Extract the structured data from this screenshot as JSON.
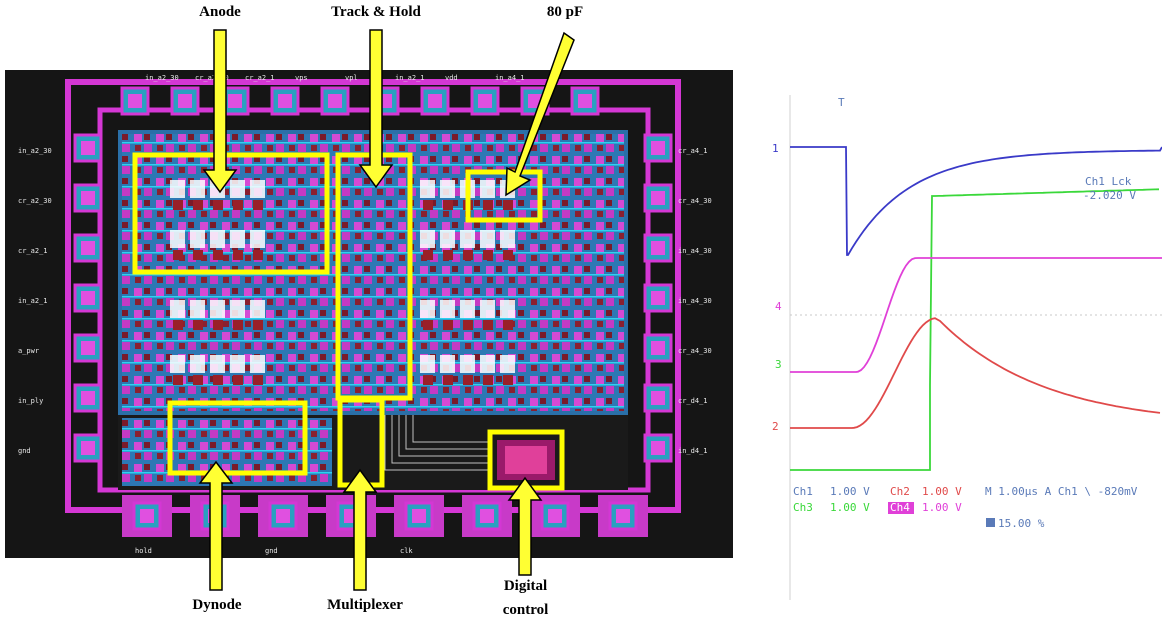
{
  "labels": {
    "anode": "Anode",
    "track_hold": "Track & Hold",
    "capacitor": "80 pF",
    "dynode": "Dynode",
    "multiplexer": "Multiplexer",
    "digital_control_line1": "Digital",
    "digital_control_line2": "control"
  },
  "chip": {
    "pins_top": [
      "in_a2_30",
      "cr_a2_30",
      "cr_a2_1",
      "vps",
      "vpl",
      "in_a2_1",
      "vdd",
      "in_a4_1"
    ],
    "pins_left": [
      "in_a2_30",
      "cr_a2_30",
      "cr_a2_1",
      "in_a2_1",
      "a_pwr",
      "in_ply",
      "gnd"
    ],
    "pins_right": [
      "cr_a4_1",
      "cr_a4_30",
      "in_a4_30",
      "in_a4_30",
      "cr_a4_30",
      "cr_d4_1",
      "in_d4_1"
    ],
    "pins_bottom": [
      "hold",
      "gnd",
      "clk"
    ],
    "colors": {
      "background": "#151515",
      "metal": "#d437d4",
      "poly": "#28c0e0",
      "device": "#b02020",
      "highlight": "#ffff00",
      "arrow": "#ffff33"
    }
  },
  "scope": {
    "ch1_label": "1",
    "ch4_label": "4",
    "ch3_label": "3",
    "ch2_label": "2",
    "cursor_label": "T",
    "ch1_dc_line1": "Ch1 Lck",
    "ch1_dc_line2": "-2.020 V",
    "readout_row1": {
      "ch1": "Ch1",
      "ch1_scale": "1.00 V",
      "ch2": "Ch2",
      "ch2_scale": "1.00 V",
      "timebase": "M 1.00µs A Ch1 \\ -820mV"
    },
    "readout_row2": {
      "ch3": "Ch3",
      "ch3_scale": "1.00 V",
      "ch4": "Ch4",
      "ch4_scale": "1.00 V"
    },
    "trigger_pos": "15.00 %",
    "colors": {
      "ch1": "#3a3ac8",
      "ch2": "#e04a4a",
      "ch3": "#3ad83a",
      "ch4": "#e040d8",
      "grid": "#c8c8c8",
      "text_blue": "#5a7ab8"
    }
  }
}
